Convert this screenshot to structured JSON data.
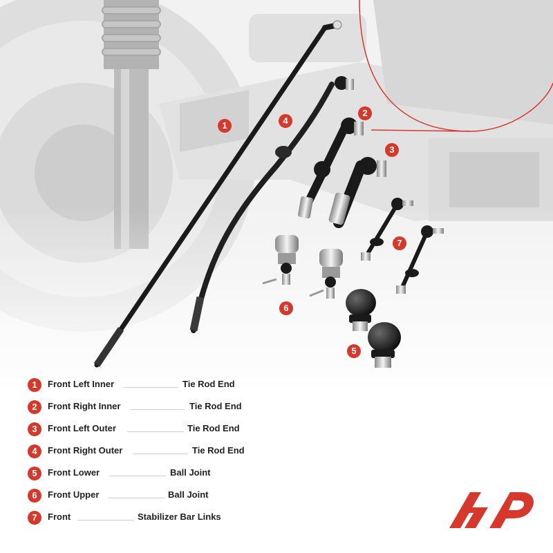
{
  "callouts": [
    {
      "num": "1"
    },
    {
      "num": "2"
    },
    {
      "num": "3"
    },
    {
      "num": "4"
    },
    {
      "num": "5"
    },
    {
      "num": "6"
    },
    {
      "num": "7"
    }
  ],
  "legend": [
    {
      "num": "1",
      "position": "Front Left Inner",
      "part": "Tie Rod End"
    },
    {
      "num": "2",
      "position": "Front Right Inner",
      "part": "Tie Rod End"
    },
    {
      "num": "3",
      "position": "Front Left Outer",
      "part": "Tie Rod End"
    },
    {
      "num": "4",
      "position": "Front Right Outer",
      "part": "Tie Rod End"
    },
    {
      "num": "5",
      "position": "Front Lower",
      "part": "Ball Joint"
    },
    {
      "num": "6",
      "position": "Front Upper",
      "part": "Ball Joint"
    },
    {
      "num": "7",
      "position": "Front",
      "part": "Stabilizer Bar Links"
    }
  ],
  "colors": {
    "accent": "#d7382c",
    "text": "#222222",
    "part_dark": "#1a1a1a"
  },
  "logo": {
    "icon": "brand-logo-icon"
  }
}
